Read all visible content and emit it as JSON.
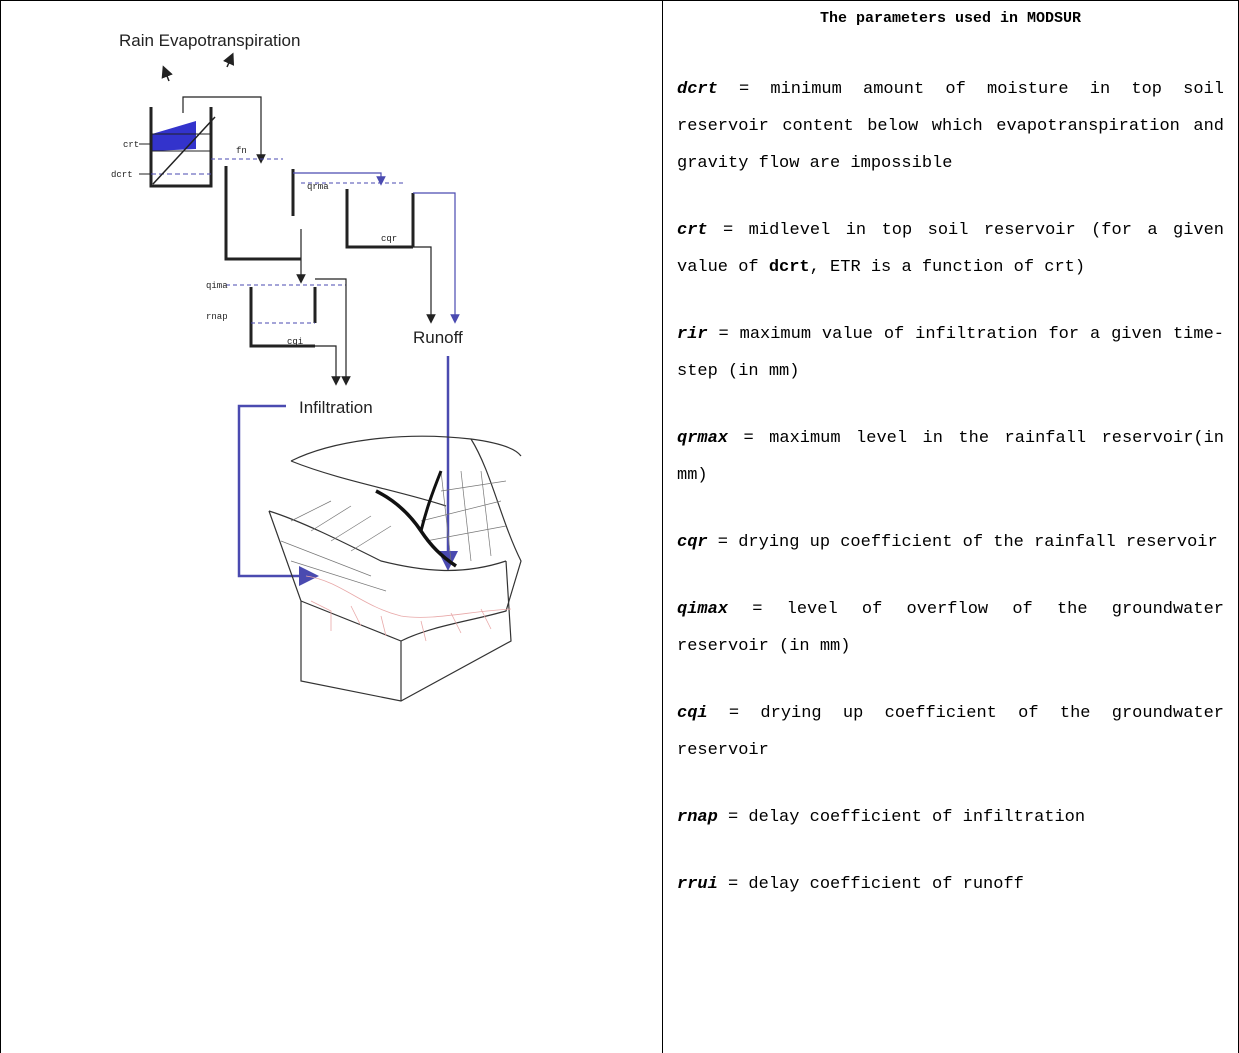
{
  "diagram": {
    "label_rain_evap": "Rain  Evapotranspiration",
    "label_crt": "crt",
    "label_dcrt": "dcrt",
    "label_fn": "fn",
    "label_qrma": "qrma",
    "label_cqr": "cqr",
    "label_qima": "qima",
    "label_rnap": "rnap",
    "label_cqi": "cqi",
    "label_runoff": "Runoff",
    "label_infiltration": "Infiltration",
    "colors": {
      "water": "#3333cc",
      "arrow_blue": "#4a4ab0",
      "lines": "#222222",
      "soil_pink": "#e8a8a8"
    }
  },
  "panel": {
    "title": "The parameters used in MODSUR",
    "params": [
      {
        "symbol": "dcrt",
        "text": " = minimum amount of moisture in top soil reservoir content below which evapotranspiration and gravity flow are impossible"
      },
      {
        "symbol": "crt",
        "text_before": " = midlevel in top soil reservoir (for a given value of ",
        "bold_ref": "dcrt",
        "text_after": ", ETR is a function of crt)"
      },
      {
        "symbol": "rir",
        "text": " = maximum value of infiltration for a given time-step (in mm)"
      },
      {
        "symbol": "qrmax",
        "text": " = maximum level in the rainfall reservoir(in mm)"
      },
      {
        "symbol": "cqr",
        "text": " = drying up coefficient of the rainfall reservoir"
      },
      {
        "symbol": "qimax",
        "text": " = level of overflow of the groundwater reservoir (in mm)"
      },
      {
        "symbol": "cqi",
        "text": " = drying up coefficient of the groundwater reservoir"
      },
      {
        "symbol": "rnap",
        "text": " = delay coefficient of infiltration"
      },
      {
        "symbol": "rrui",
        "text": " = delay coefficient of runoff"
      }
    ]
  }
}
